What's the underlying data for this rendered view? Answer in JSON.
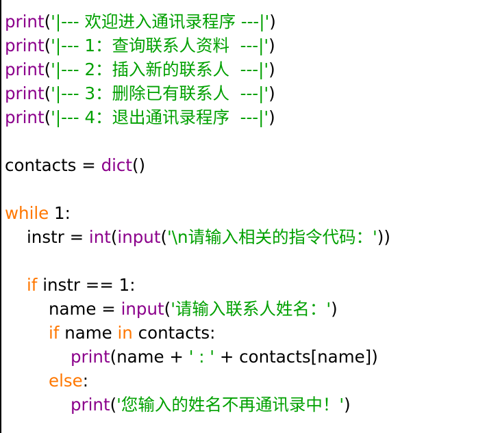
{
  "colors": {
    "builtin": "#8b008b",
    "string": "#00a000",
    "keyword": "#ff7700",
    "plain": "#000000",
    "background": "#ffffff"
  },
  "lines": [
    {
      "indent": 0,
      "tokens": [
        {
          "t": "builtin",
          "v": "print"
        },
        {
          "t": "plain",
          "v": "("
        },
        {
          "t": "string",
          "v": "'|--- 欢迎进入通讯录程序 ---|'"
        },
        {
          "t": "plain",
          "v": ")"
        }
      ]
    },
    {
      "indent": 0,
      "tokens": [
        {
          "t": "builtin",
          "v": "print"
        },
        {
          "t": "plain",
          "v": "("
        },
        {
          "t": "string",
          "v": "'|--- 1：查询联系人资料  ---|'"
        },
        {
          "t": "plain",
          "v": ")"
        }
      ]
    },
    {
      "indent": 0,
      "tokens": [
        {
          "t": "builtin",
          "v": "print"
        },
        {
          "t": "plain",
          "v": "("
        },
        {
          "t": "string",
          "v": "'|--- 2：插入新的联系人  ---|'"
        },
        {
          "t": "plain",
          "v": ")"
        }
      ]
    },
    {
      "indent": 0,
      "tokens": [
        {
          "t": "builtin",
          "v": "print"
        },
        {
          "t": "plain",
          "v": "("
        },
        {
          "t": "string",
          "v": "'|--- 3：删除已有联系人  ---|'"
        },
        {
          "t": "plain",
          "v": ")"
        }
      ]
    },
    {
      "indent": 0,
      "tokens": [
        {
          "t": "builtin",
          "v": "print"
        },
        {
          "t": "plain",
          "v": "("
        },
        {
          "t": "string",
          "v": "'|--- 4：退出通讯录程序  ---|'"
        },
        {
          "t": "plain",
          "v": ")"
        }
      ]
    },
    {
      "indent": 0,
      "tokens": []
    },
    {
      "indent": 0,
      "tokens": [
        {
          "t": "plain",
          "v": "contacts = "
        },
        {
          "t": "builtin",
          "v": "dict"
        },
        {
          "t": "plain",
          "v": "()"
        }
      ]
    },
    {
      "indent": 0,
      "tokens": []
    },
    {
      "indent": 0,
      "tokens": [
        {
          "t": "keyword",
          "v": "while"
        },
        {
          "t": "plain",
          "v": " 1:"
        }
      ]
    },
    {
      "indent": 1,
      "tokens": [
        {
          "t": "plain",
          "v": "instr = "
        },
        {
          "t": "builtin",
          "v": "int"
        },
        {
          "t": "plain",
          "v": "("
        },
        {
          "t": "builtin",
          "v": "input"
        },
        {
          "t": "plain",
          "v": "("
        },
        {
          "t": "string",
          "v": "'\\n请输入相关的指令代码：'"
        },
        {
          "t": "plain",
          "v": "))"
        }
      ]
    },
    {
      "indent": 0,
      "tokens": []
    },
    {
      "indent": 1,
      "tokens": [
        {
          "t": "keyword",
          "v": "if"
        },
        {
          "t": "plain",
          "v": " instr == 1:"
        }
      ]
    },
    {
      "indent": 2,
      "tokens": [
        {
          "t": "plain",
          "v": "name = "
        },
        {
          "t": "builtin",
          "v": "input"
        },
        {
          "t": "plain",
          "v": "("
        },
        {
          "t": "string",
          "v": "'请输入联系人姓名：'"
        },
        {
          "t": "plain",
          "v": ")"
        }
      ]
    },
    {
      "indent": 2,
      "tokens": [
        {
          "t": "keyword",
          "v": "if"
        },
        {
          "t": "plain",
          "v": " name "
        },
        {
          "t": "keyword",
          "v": "in"
        },
        {
          "t": "plain",
          "v": " contacts:"
        }
      ]
    },
    {
      "indent": 3,
      "tokens": [
        {
          "t": "builtin",
          "v": "print"
        },
        {
          "t": "plain",
          "v": "(name + "
        },
        {
          "t": "string",
          "v": "' : '"
        },
        {
          "t": "plain",
          "v": " + contacts[name])"
        }
      ]
    },
    {
      "indent": 2,
      "tokens": [
        {
          "t": "keyword",
          "v": "else"
        },
        {
          "t": "plain",
          "v": ":"
        }
      ]
    },
    {
      "indent": 3,
      "tokens": [
        {
          "t": "builtin",
          "v": "print"
        },
        {
          "t": "plain",
          "v": "("
        },
        {
          "t": "string",
          "v": "'您输入的姓名不再通讯录中！'"
        },
        {
          "t": "plain",
          "v": ")"
        }
      ]
    }
  ]
}
